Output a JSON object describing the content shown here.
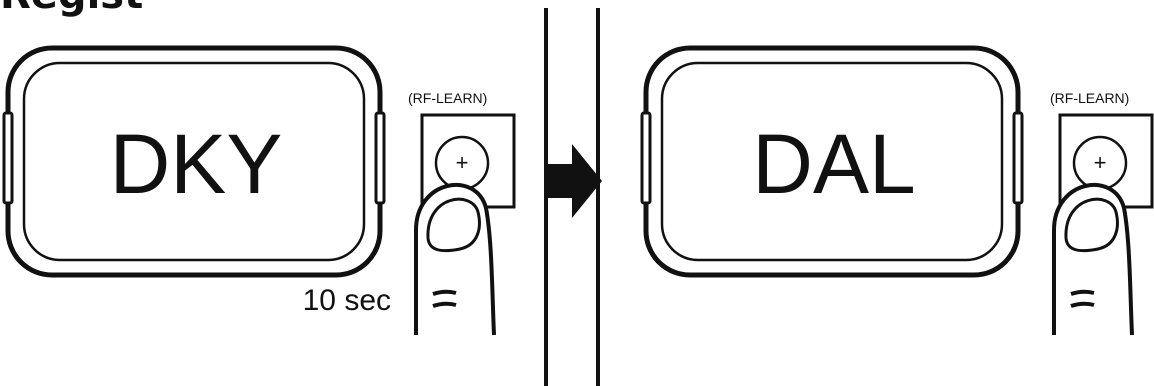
{
  "header": {
    "title_fragment": "Regist"
  },
  "left_panel": {
    "display_text": "DKY",
    "button_label": "(RF-LEARN)",
    "plus_symbol": "+",
    "hold_duration": "10 sec"
  },
  "right_panel": {
    "display_text": "DAL",
    "button_label": "(RF-LEARN)",
    "plus_symbol": "+"
  },
  "colors": {
    "ink": "#111111",
    "background": "#ffffff"
  },
  "icons": [
    "finger-press-icon",
    "arrow-right-icon",
    "plus-icon"
  ]
}
